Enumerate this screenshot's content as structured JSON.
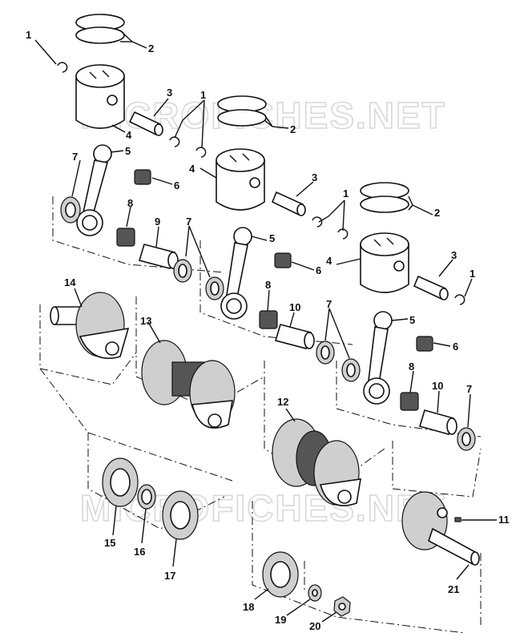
{
  "watermark": "MICROFICHES.NET",
  "callouts": [
    "1",
    "2",
    "3",
    "4",
    "5",
    "6",
    "7",
    "8",
    "9",
    "10",
    "11",
    "12",
    "13",
    "14",
    "15",
    "16",
    "17",
    "18",
    "19",
    "20",
    "21"
  ]
}
